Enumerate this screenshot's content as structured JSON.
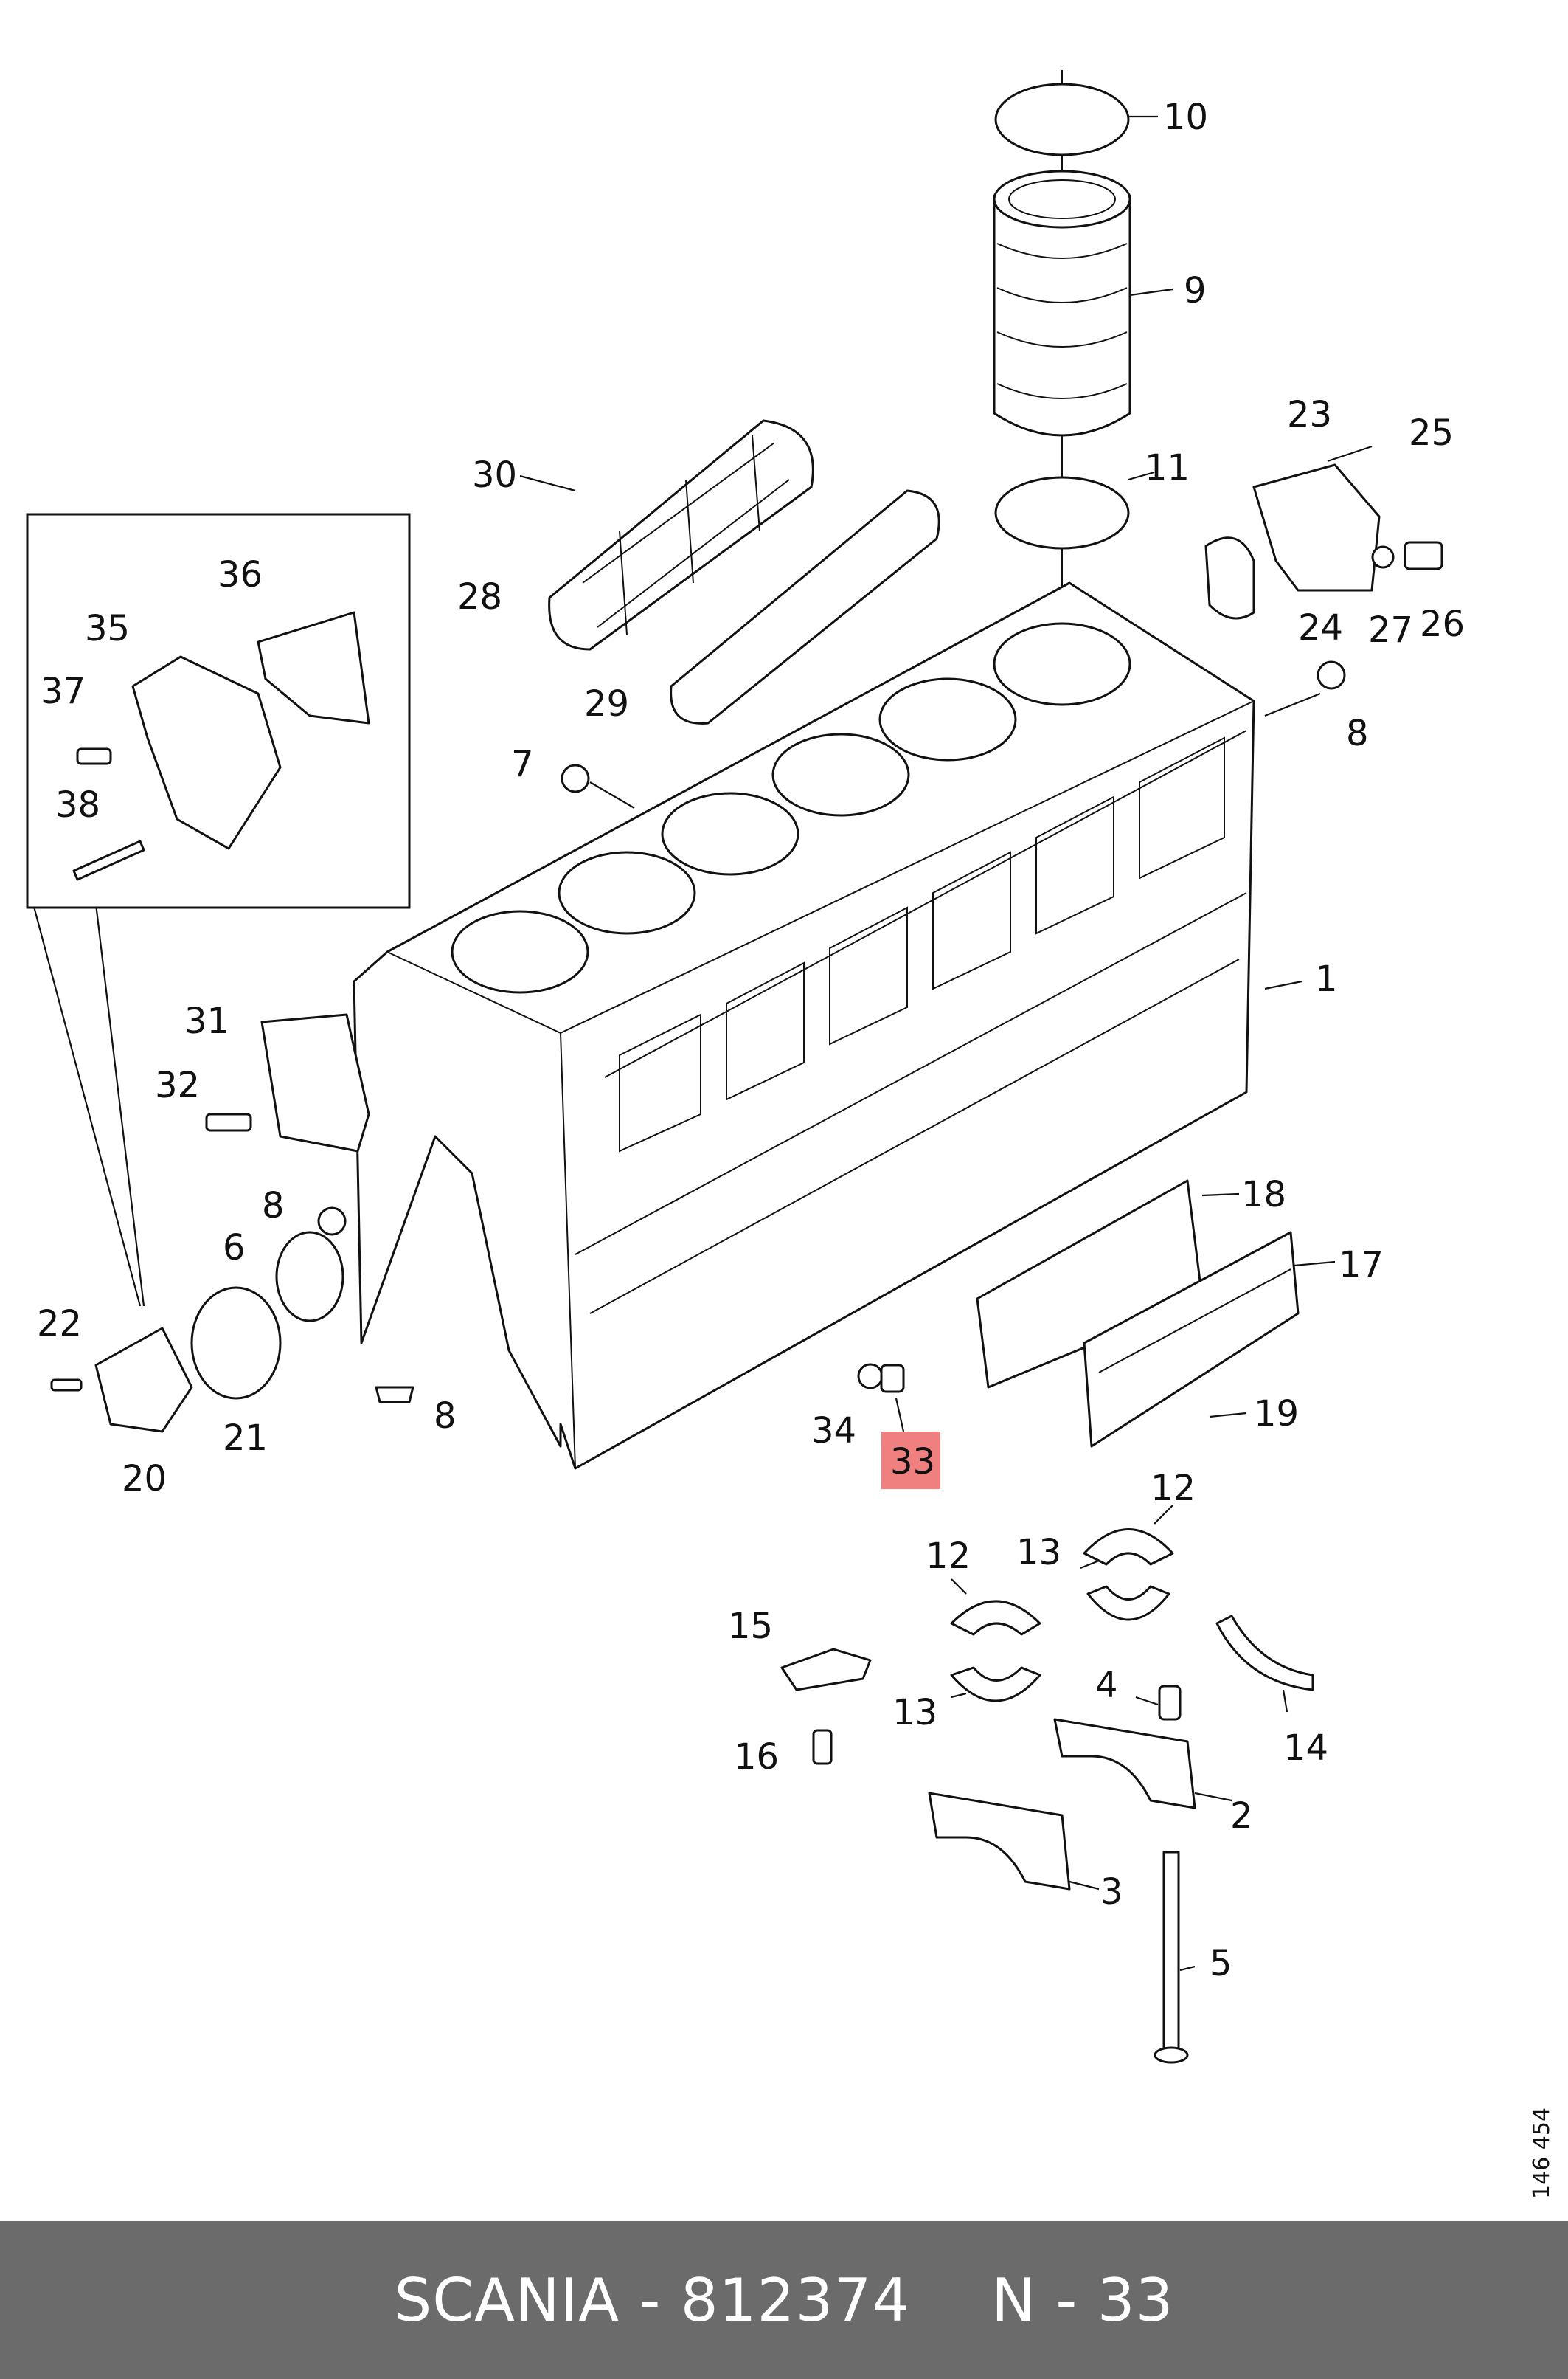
{
  "diagram": {
    "ref_number": "146 454",
    "highlighted_callout": "33",
    "callouts": [
      "10",
      "9",
      "11",
      "23",
      "25",
      "30",
      "28",
      "29",
      "24",
      "27",
      "26",
      "36",
      "35",
      "37",
      "38",
      "7",
      "8",
      "1",
      "31",
      "32",
      "8",
      "6",
      "18",
      "17",
      "22",
      "21",
      "20",
      "8",
      "34",
      "33",
      "19",
      "12",
      "12",
      "13",
      "13",
      "15",
      "4",
      "14",
      "16",
      "2",
      "3",
      "5"
    ]
  },
  "footer": {
    "brand_part": "SCANIA - 812374",
    "position": "N - 33"
  },
  "colors": {
    "highlight": "#f08080",
    "footer_bg": "#6b6b6b",
    "footer_text": "#ffffff"
  }
}
